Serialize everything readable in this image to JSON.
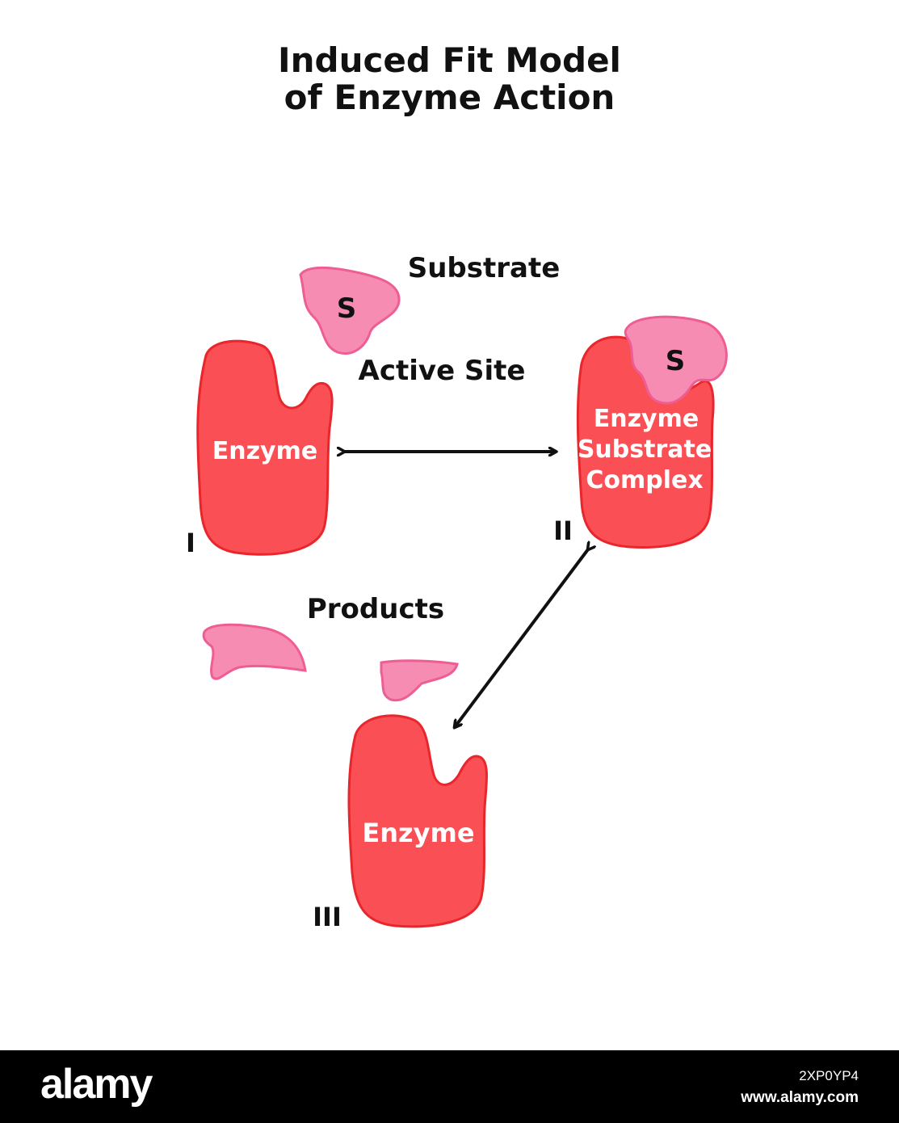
{
  "title": {
    "line1": "Induced Fit Model",
    "line2": "of Enzyme Action"
  },
  "labels": {
    "substrate": "Substrate",
    "active_site": "Active Site",
    "products": "Products",
    "substrate_symbol": "S"
  },
  "stages": [
    {
      "numeral": "I",
      "enzyme_label": "Enzyme"
    },
    {
      "numeral": "II",
      "complex_label_lines": [
        "Enzyme",
        "Substrate",
        "Complex"
      ]
    },
    {
      "numeral": "III",
      "enzyme_label": "Enzyme"
    }
  ],
  "colors": {
    "enzyme_fill": "#f94f55",
    "enzyme_stroke": "#e8262c",
    "substrate_fill": "#f78cb2",
    "substrate_stroke": "#ee5d93",
    "arrow": "#111111",
    "footer_bg": "#000000"
  },
  "footer": {
    "brand": "alamy",
    "image_id": "2XP0YP4",
    "url": "www.alamy.com"
  }
}
